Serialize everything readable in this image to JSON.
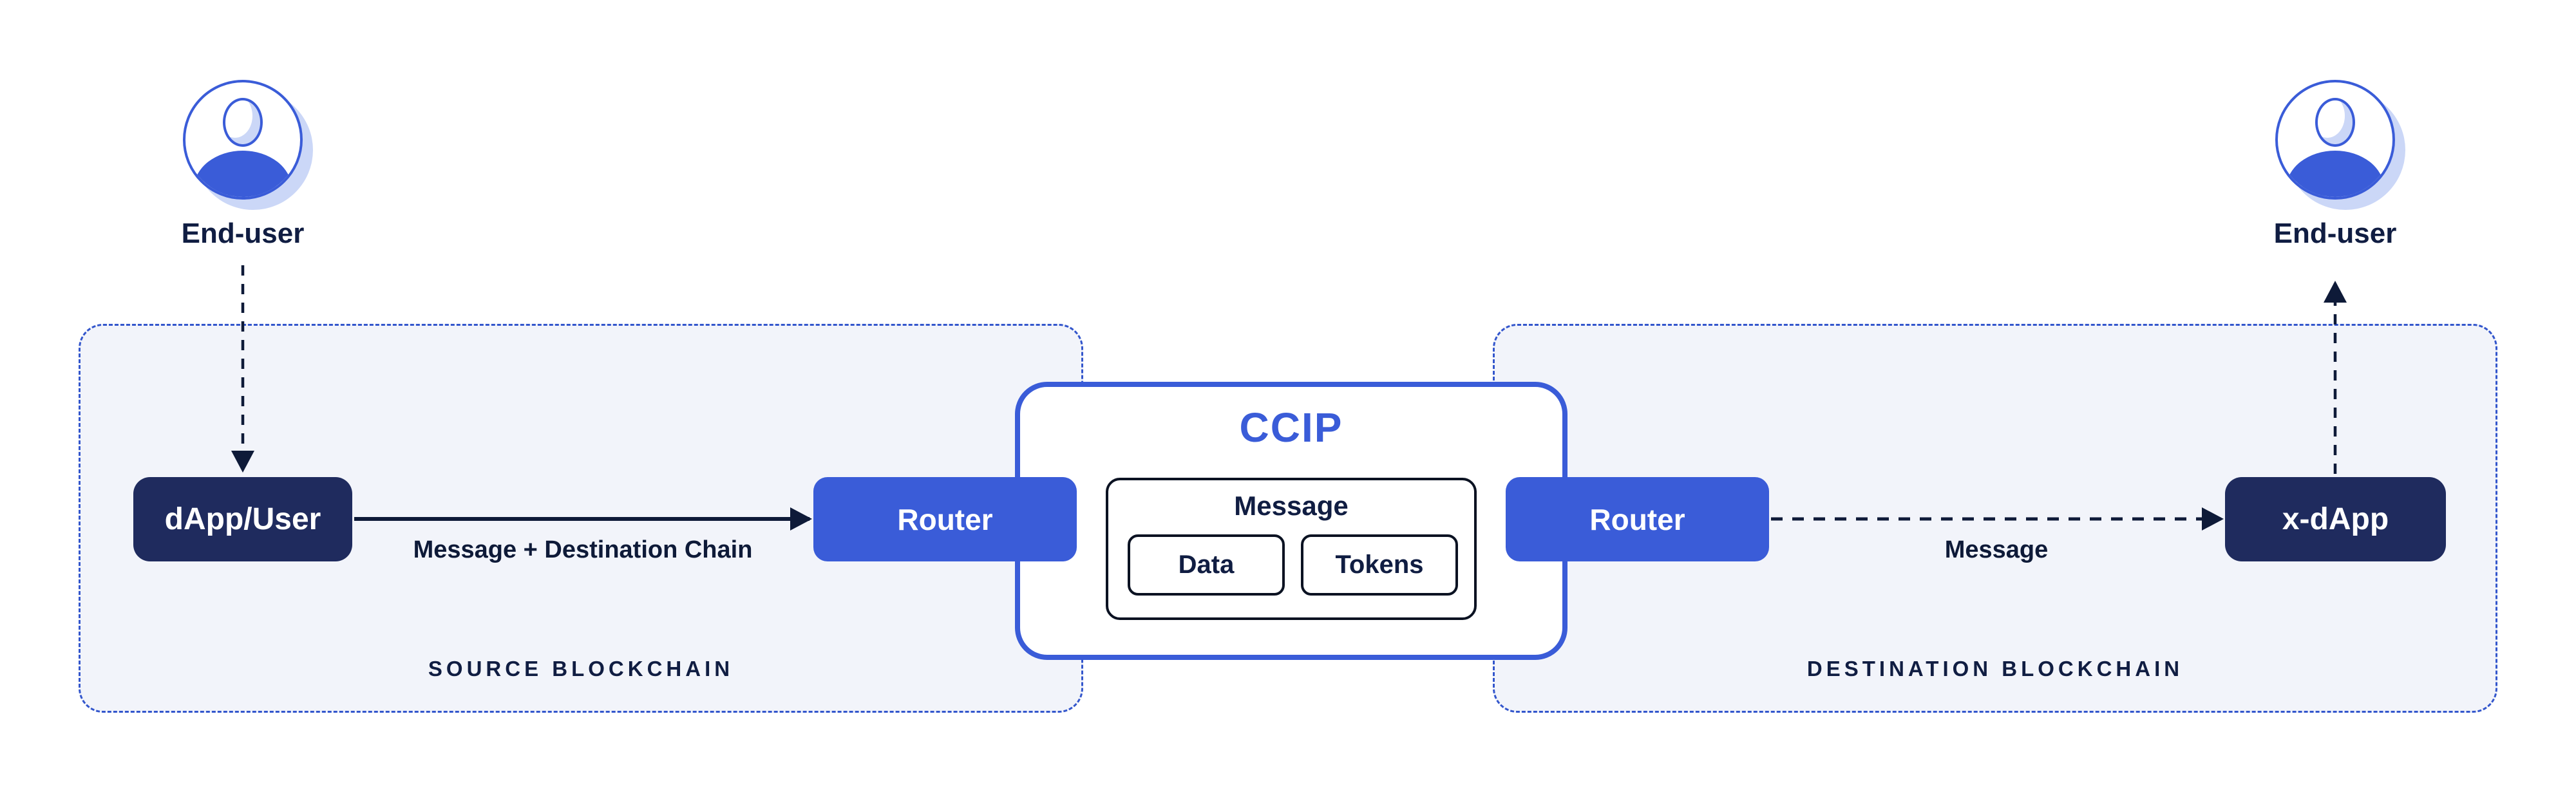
{
  "diagram": {
    "colors": {
      "blue": "#3A5CD8",
      "navy_box": "#1F2B5E",
      "ink": "#101D42",
      "arrow_ink": "#0E1A38",
      "container_fill": "#F2F4FA",
      "container_border": "#3356CC",
      "shadow_blue": "#CBD7F7",
      "box_border": "#0B1222"
    },
    "source": {
      "label": "SOURCE BLOCKCHAIN",
      "end_user": "End-user",
      "dapp": "dApp/User",
      "router": "Router",
      "arrow_label": "Message + Destination Chain"
    },
    "ccip": {
      "title": "CCIP",
      "message": "Message",
      "data": "Data",
      "tokens": "Tokens"
    },
    "destination": {
      "label": "DESTINATION BLOCKCHAIN",
      "end_user": "End-user",
      "router": "Router",
      "xdapp": "x-dApp",
      "arrow_label": "Message"
    }
  }
}
